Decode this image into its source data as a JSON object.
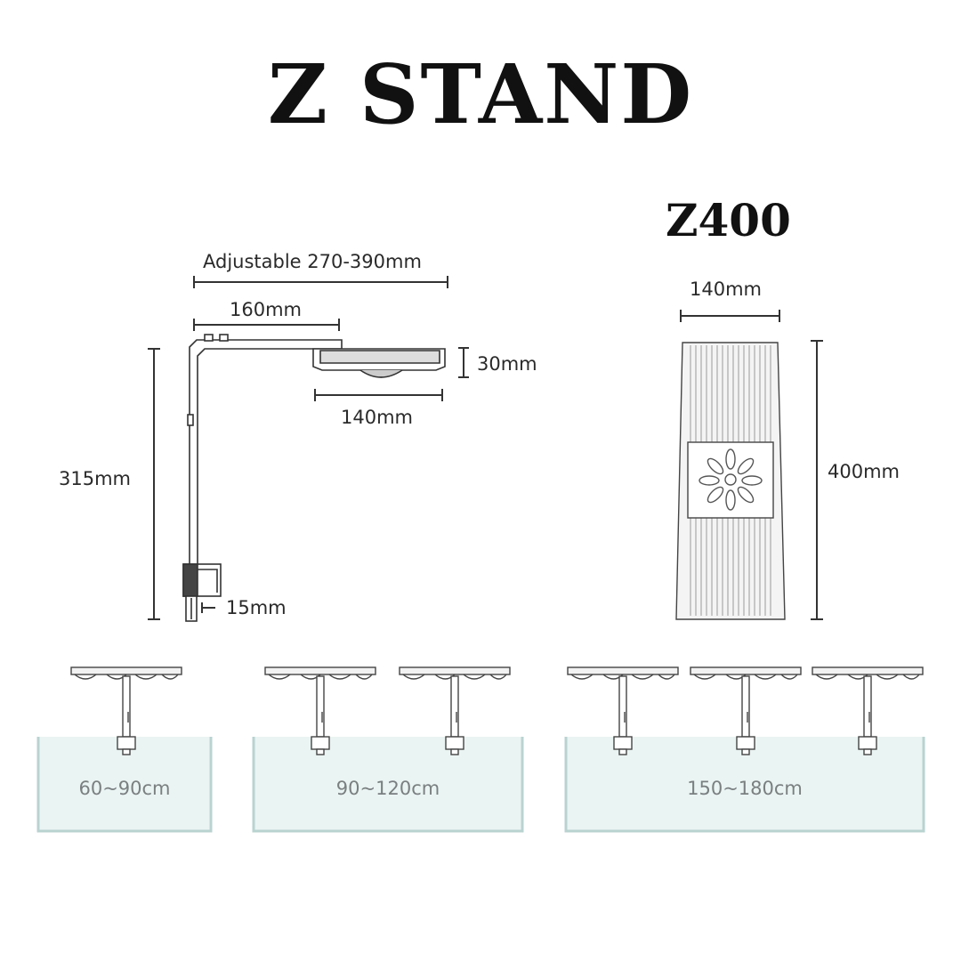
{
  "title": "Z STAND",
  "model": "Z400",
  "side_view": {
    "adjustable": "Adjustable 270-390mm",
    "arm_length": "160mm",
    "light_height": "30mm",
    "light_width": "140mm",
    "stand_height": "315mm",
    "clamp_size": "15mm"
  },
  "top_view": {
    "width": "140mm",
    "length": "400mm"
  },
  "tanks": [
    {
      "label": "60~90cm",
      "lights": 1
    },
    {
      "label": "90~120cm",
      "lights": 2
    },
    {
      "label": "150~180cm",
      "lights": 3
    }
  ],
  "colors": {
    "line": "#333333",
    "tank_fill": "#eaf4f3",
    "tank_border": "#b9d3d1"
  }
}
